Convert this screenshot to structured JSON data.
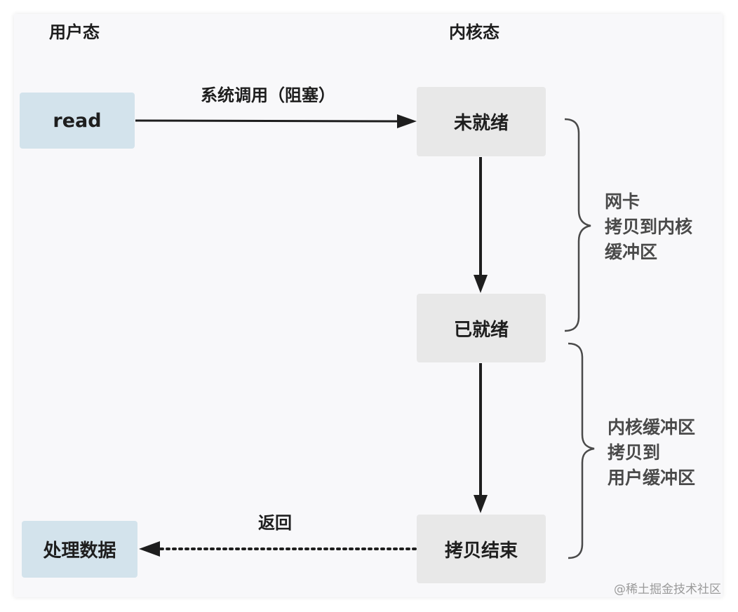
{
  "headers": {
    "user_space": "用户态",
    "kernel_space": "内核态"
  },
  "nodes": {
    "read": "read",
    "not_ready": "未就绪",
    "ready": "已就绪",
    "copy_done": "拷贝结束",
    "process_data": "处理数据"
  },
  "edges": {
    "syscall": "系统调用（阻塞）",
    "return": "返回"
  },
  "annotations": {
    "nic_copy": [
      "网卡",
      "拷贝到内核",
      "缓冲区"
    ],
    "kernel_copy": [
      "内核缓冲区",
      "拷贝到",
      "用户缓冲区"
    ]
  },
  "watermark": "@稀土掘金技术社区",
  "colors": {
    "user_box": "#d3e3ec",
    "kernel_box": "#e8e8e8",
    "arrow": "#1e1e1e",
    "brace": "#4a4a4a"
  }
}
